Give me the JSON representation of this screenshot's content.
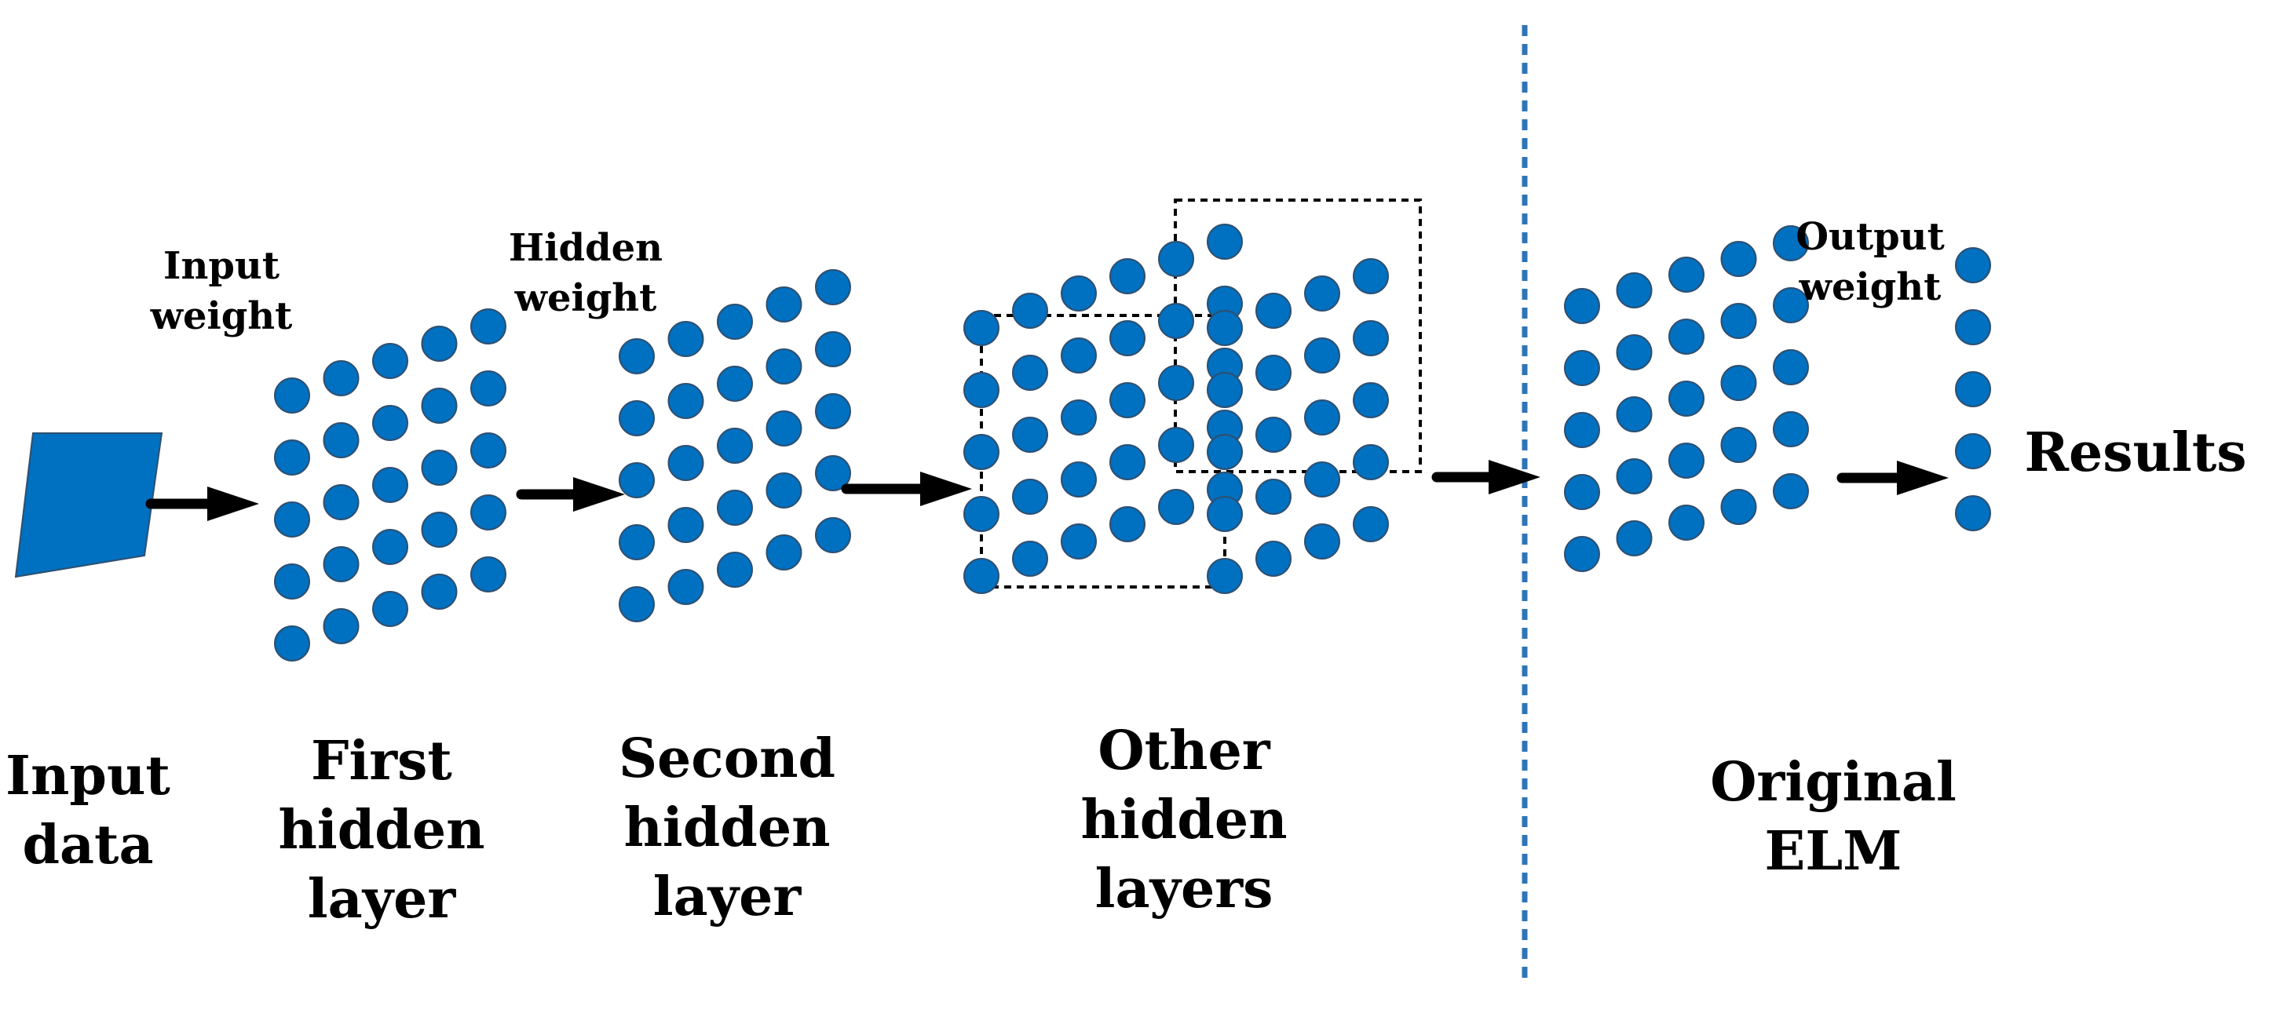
{
  "colors": {
    "node_fill": "#0070c0",
    "node_stroke": "#2f4f6f",
    "input_shape_fill": "#0070c0",
    "arrow": "#000000",
    "divider": "#2e75b6",
    "box_stroke": "#000000",
    "text": "#000000"
  },
  "icons": {
    "input": "parallelogram-shape",
    "arrow": "right-arrow-icon"
  },
  "weights": {
    "input": "Input\nweight",
    "hidden": "Hidden\nweight",
    "output": "Output\nweight"
  },
  "results": "Results",
  "stages": [
    {
      "id": "input-data",
      "label": "Input\ndata"
    },
    {
      "id": "first-hidden-layer",
      "label": "First\nhidden\nlayer"
    },
    {
      "id": "second-hidden-layer",
      "label": "Second\nhidden\nlayer"
    },
    {
      "id": "other-hidden-layers",
      "label": "Other\nhidden\nlayers"
    },
    {
      "id": "original-elm",
      "label": "Original\nELM"
    }
  ]
}
